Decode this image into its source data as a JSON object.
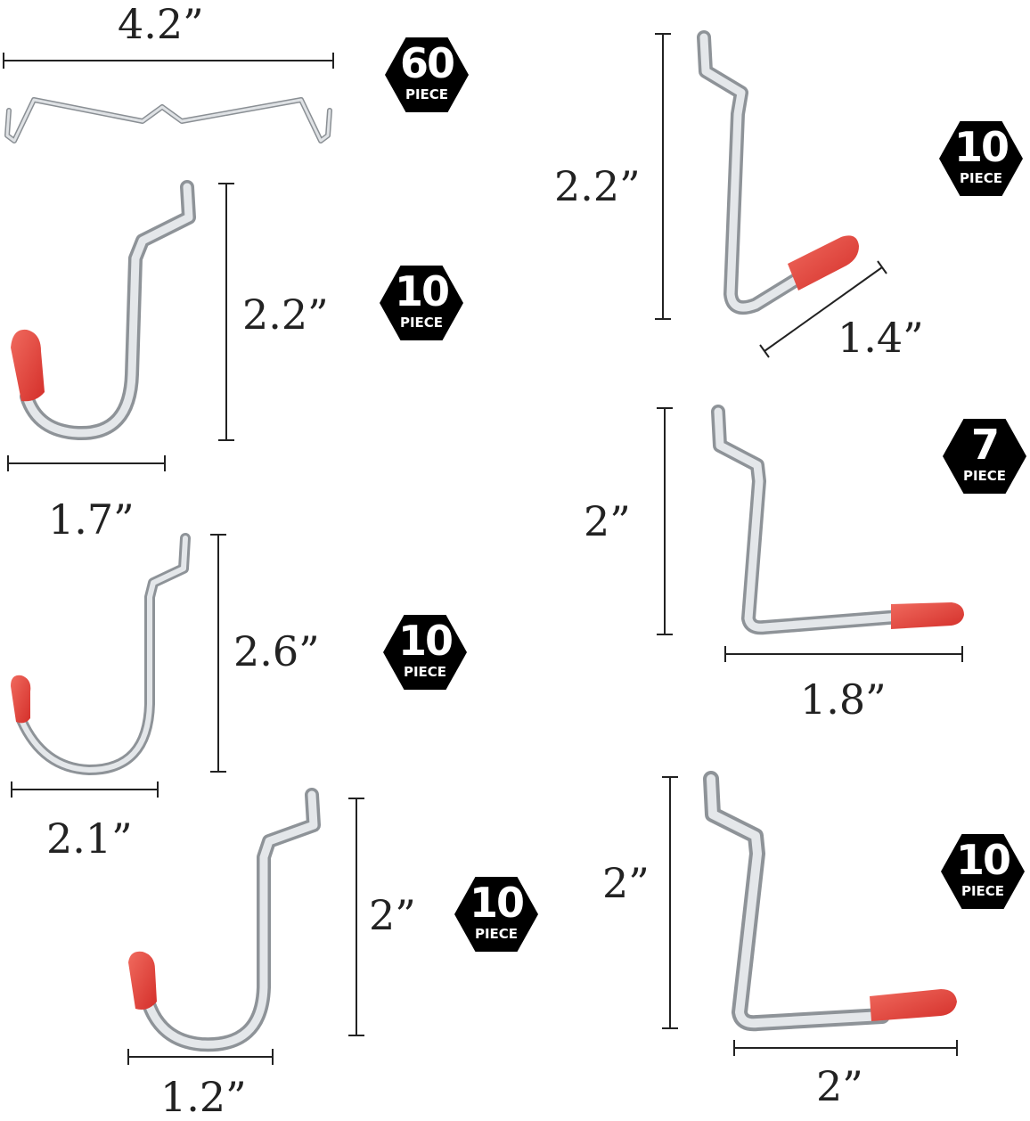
{
  "items": [
    {
      "dimensions": [
        "4.2”"
      ],
      "count": "60",
      "unit": "PIECE"
    },
    {
      "dimensions": [
        "2.2”",
        "1.7”"
      ],
      "count": "10",
      "unit": "PIECE"
    },
    {
      "dimensions": [
        "2.6”",
        "2.1”"
      ],
      "count": "10",
      "unit": "PIECE"
    },
    {
      "dimensions": [
        "2”",
        "1.2”"
      ],
      "count": "10",
      "unit": "PIECE"
    },
    {
      "dimensions": [
        "2.2”",
        "1.4”"
      ],
      "count": "10",
      "unit": "PIECE"
    },
    {
      "dimensions": [
        "2”",
        "1.8”"
      ],
      "count": "7",
      "unit": "PIECE"
    },
    {
      "dimensions": [
        "2”",
        "2”"
      ],
      "count": "10",
      "unit": "PIECE"
    }
  ],
  "colors": {
    "cap": "#e23a3a",
    "wire": "#c9cdd1",
    "line": "#222222",
    "badge": "#000000"
  }
}
